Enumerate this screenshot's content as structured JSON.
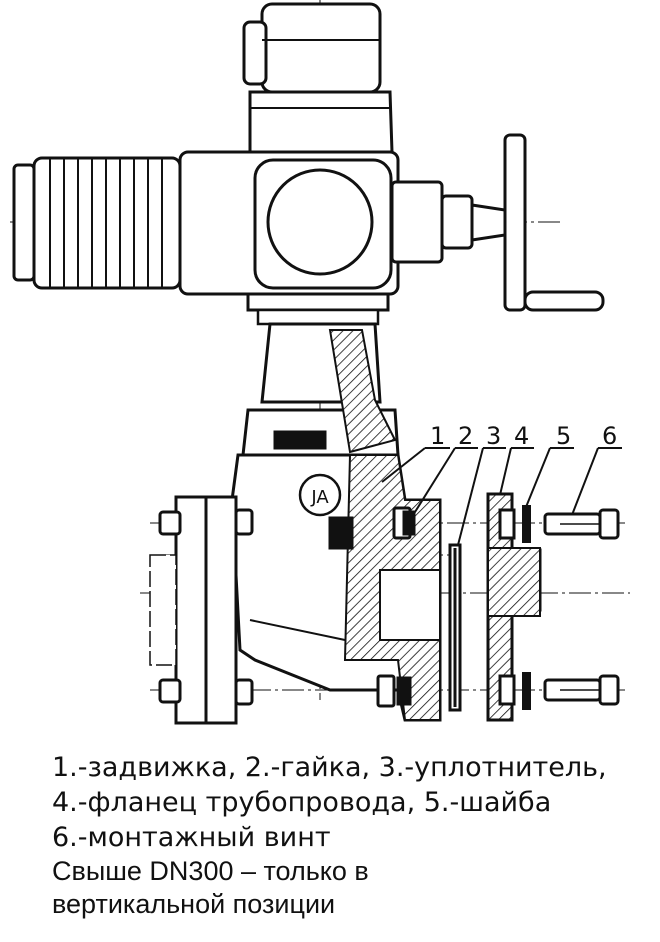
{
  "callouts": [
    "1",
    "2",
    "3",
    "4",
    "5",
    "6"
  ],
  "legend": {
    "line1": "1.-задвижка, 2.-гайка, 3.-уплотнитель,",
    "line2": "4.-фланец трубопровода, 5.-шайба",
    "line3": "6.-монтажный винт",
    "note1": "Свыше DN300 – только в",
    "note2": "вертикальной позиции"
  },
  "logo_text": "JA"
}
